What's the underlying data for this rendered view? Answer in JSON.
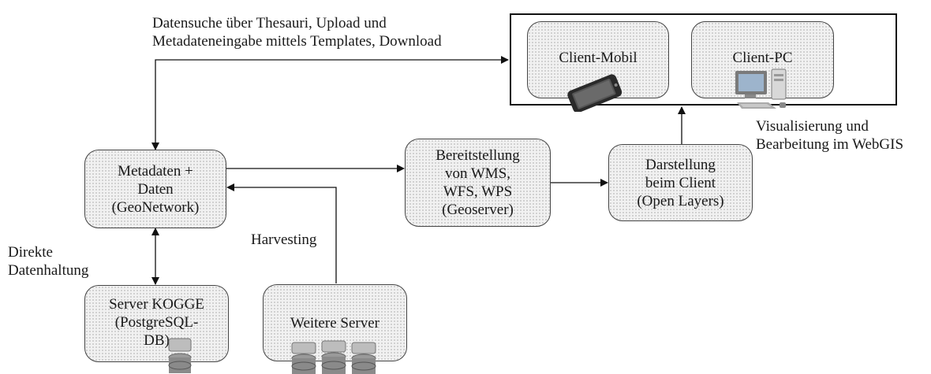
{
  "labels": {
    "top_line1": "Datensuche über Thesauri, Upload und",
    "top_line2": "Metadateneingabe mittels Templates, Download",
    "vis_line1": "Visualisierung und",
    "vis_line2": "Bearbeitung im WebGIS",
    "direct_line1": "Direkte",
    "direct_line2": "Datenhaltung",
    "harvesting": "Harvesting"
  },
  "boxes": {
    "client_mobil": "Client-Mobil",
    "client_pc": "Client-PC",
    "metadaten": [
      "Metadaten +",
      "Daten",
      "(GeoNetwork)"
    ],
    "bereitstellung": [
      "Bereitstellung",
      "von WMS,",
      "WFS, WPS",
      "(Geoserver)"
    ],
    "darstellung": [
      "Darstellung",
      "beim Client",
      "(Open Layers)"
    ],
    "server_kogge": [
      "Server KOGGE",
      "(PostgreSQL-",
      "DB)"
    ],
    "weitere_server": "Weitere Server"
  },
  "icons": [
    "smartphone-icon",
    "desktop-pc-icon",
    "database-server-icon"
  ]
}
